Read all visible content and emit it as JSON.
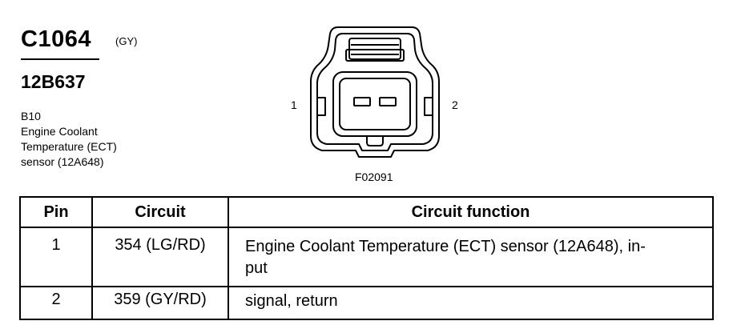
{
  "header": {
    "connector_id": "C1064",
    "connector_color": "(GY)",
    "part_number": "12B637",
    "description_lines": [
      "B10",
      "Engine Coolant",
      "Temperature (ECT)",
      "sensor (12A648)"
    ]
  },
  "figure": {
    "pin_left": "1",
    "pin_right": "2",
    "figure_id": "F02091"
  },
  "table": {
    "headers": [
      "Pin",
      "Circuit",
      "Circuit function"
    ],
    "rows": [
      {
        "pin": "1",
        "circuit": "354 (LG/RD)",
        "function_lines": [
          "Engine Coolant Temperature (ECT) sensor (12A648), in-",
          "put"
        ]
      },
      {
        "pin": "2",
        "circuit": "359 (GY/RD)",
        "function_lines": [
          "signal, return"
        ]
      }
    ]
  }
}
